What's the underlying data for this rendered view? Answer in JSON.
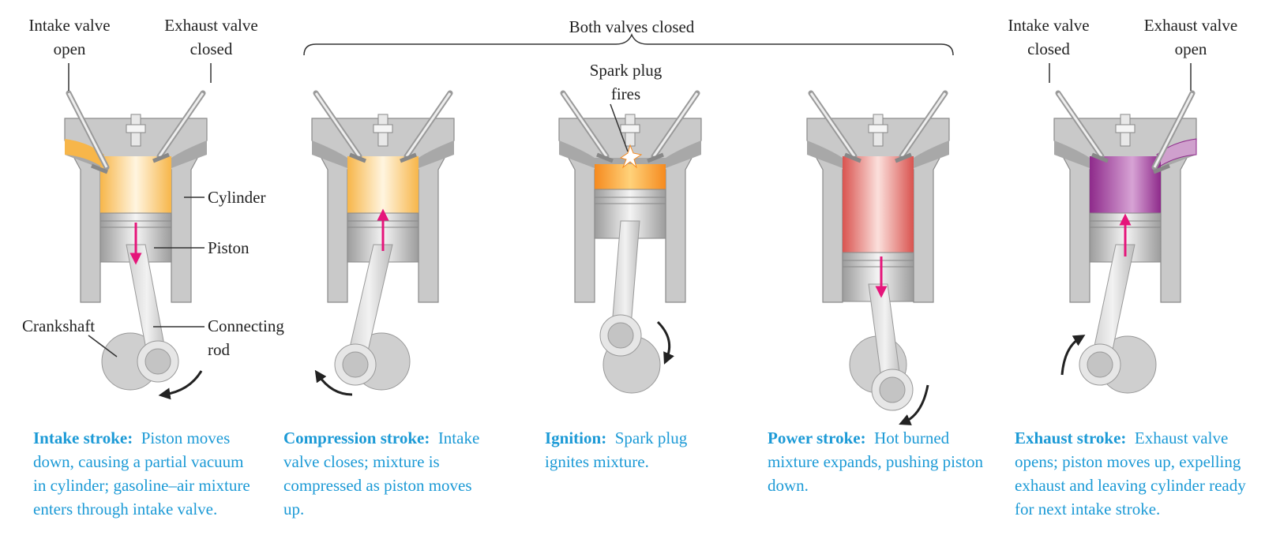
{
  "labels": {
    "intake_valve_open": "Intake valve\nopen",
    "exhaust_valve_closed": "Exhaust valve\nclosed",
    "both_valves_closed": "Both valves closed",
    "spark_plug_fires": "Spark plug\nfires",
    "intake_valve_closed": "Intake valve\nclosed",
    "exhaust_valve_open": "Exhaust valve\nopen",
    "cylinder": "Cylinder",
    "piston": "Piston",
    "crankshaft": "Crankshaft",
    "connecting_rod": "Connecting\nrod"
  },
  "strokes": [
    {
      "title": "Intake stroke:",
      "text": "Piston moves down, causing a partial vacuum in cylinder; gasoline–air mixture enters through intake valve.",
      "piston_direction": "down",
      "crank_rotation": "clockwise",
      "chamber_color": "#f7b64a"
    },
    {
      "title": "Compression stroke:",
      "text": "Intake valve closes; mixture is compressed as piston moves up.",
      "piston_direction": "up",
      "crank_rotation": "clockwise",
      "chamber_color": "#f7b64a"
    },
    {
      "title": "Ignition:",
      "text": "Spark plug ignites mixture.",
      "piston_direction": "none",
      "crank_rotation": "clockwise",
      "chamber_color": "#f58a1f"
    },
    {
      "title": "Power stroke:",
      "text": "Hot burned mixture expands, pushing piston down.",
      "piston_direction": "down",
      "crank_rotation": "clockwise",
      "chamber_color": "#d9534f"
    },
    {
      "title": "Exhaust stroke:",
      "text": "Exhaust valve opens; piston moves up, expelling exhaust and leaving cylinder ready for next intake stroke.",
      "piston_direction": "up",
      "crank_rotation": "clockwise",
      "chamber_color": "#8e2a8b"
    }
  ],
  "colors": {
    "caption": "#1c9ad6",
    "arrow": "#e5157a",
    "block": "#c9c9c9",
    "block_edge": "#8a8a8a"
  }
}
